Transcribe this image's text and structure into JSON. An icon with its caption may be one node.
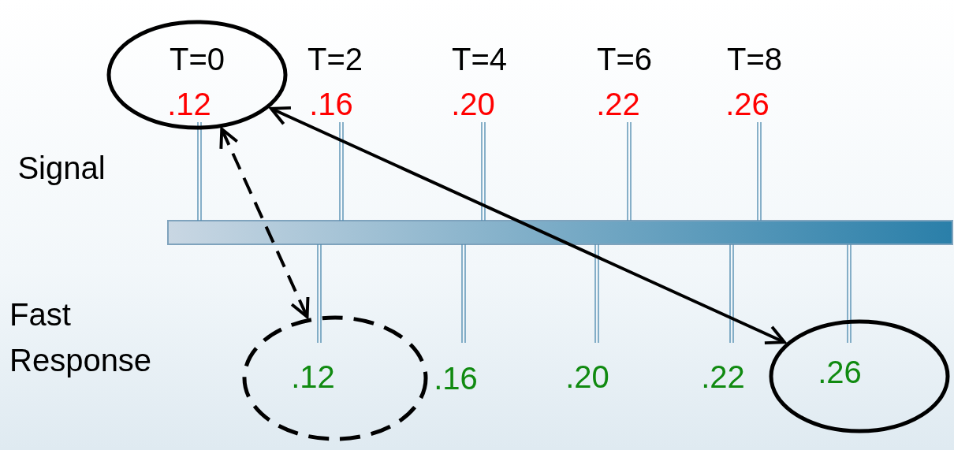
{
  "diagram": {
    "nodes": [
      {
        "text": [
          "T=0",
          ".12"
        ]
      },
      {
        "text": [
          ".12"
        ]
      },
      {
        "text": [
          ".26"
        ]
      }
    ],
    "edges": [
      {
        "from": 0,
        "to": 1,
        "arrow": "both",
        "style": "dashed"
      },
      {
        "from": 0,
        "to": 2,
        "arrow": "both"
      }
    ],
    "labels": [
      "T=2",
      "T=4",
      "T=6",
      "T=8",
      ".16",
      ".20",
      ".22",
      ".26",
      "Signal",
      "Fast Response",
      ".16",
      ".20",
      ".22"
    ]
  }
}
